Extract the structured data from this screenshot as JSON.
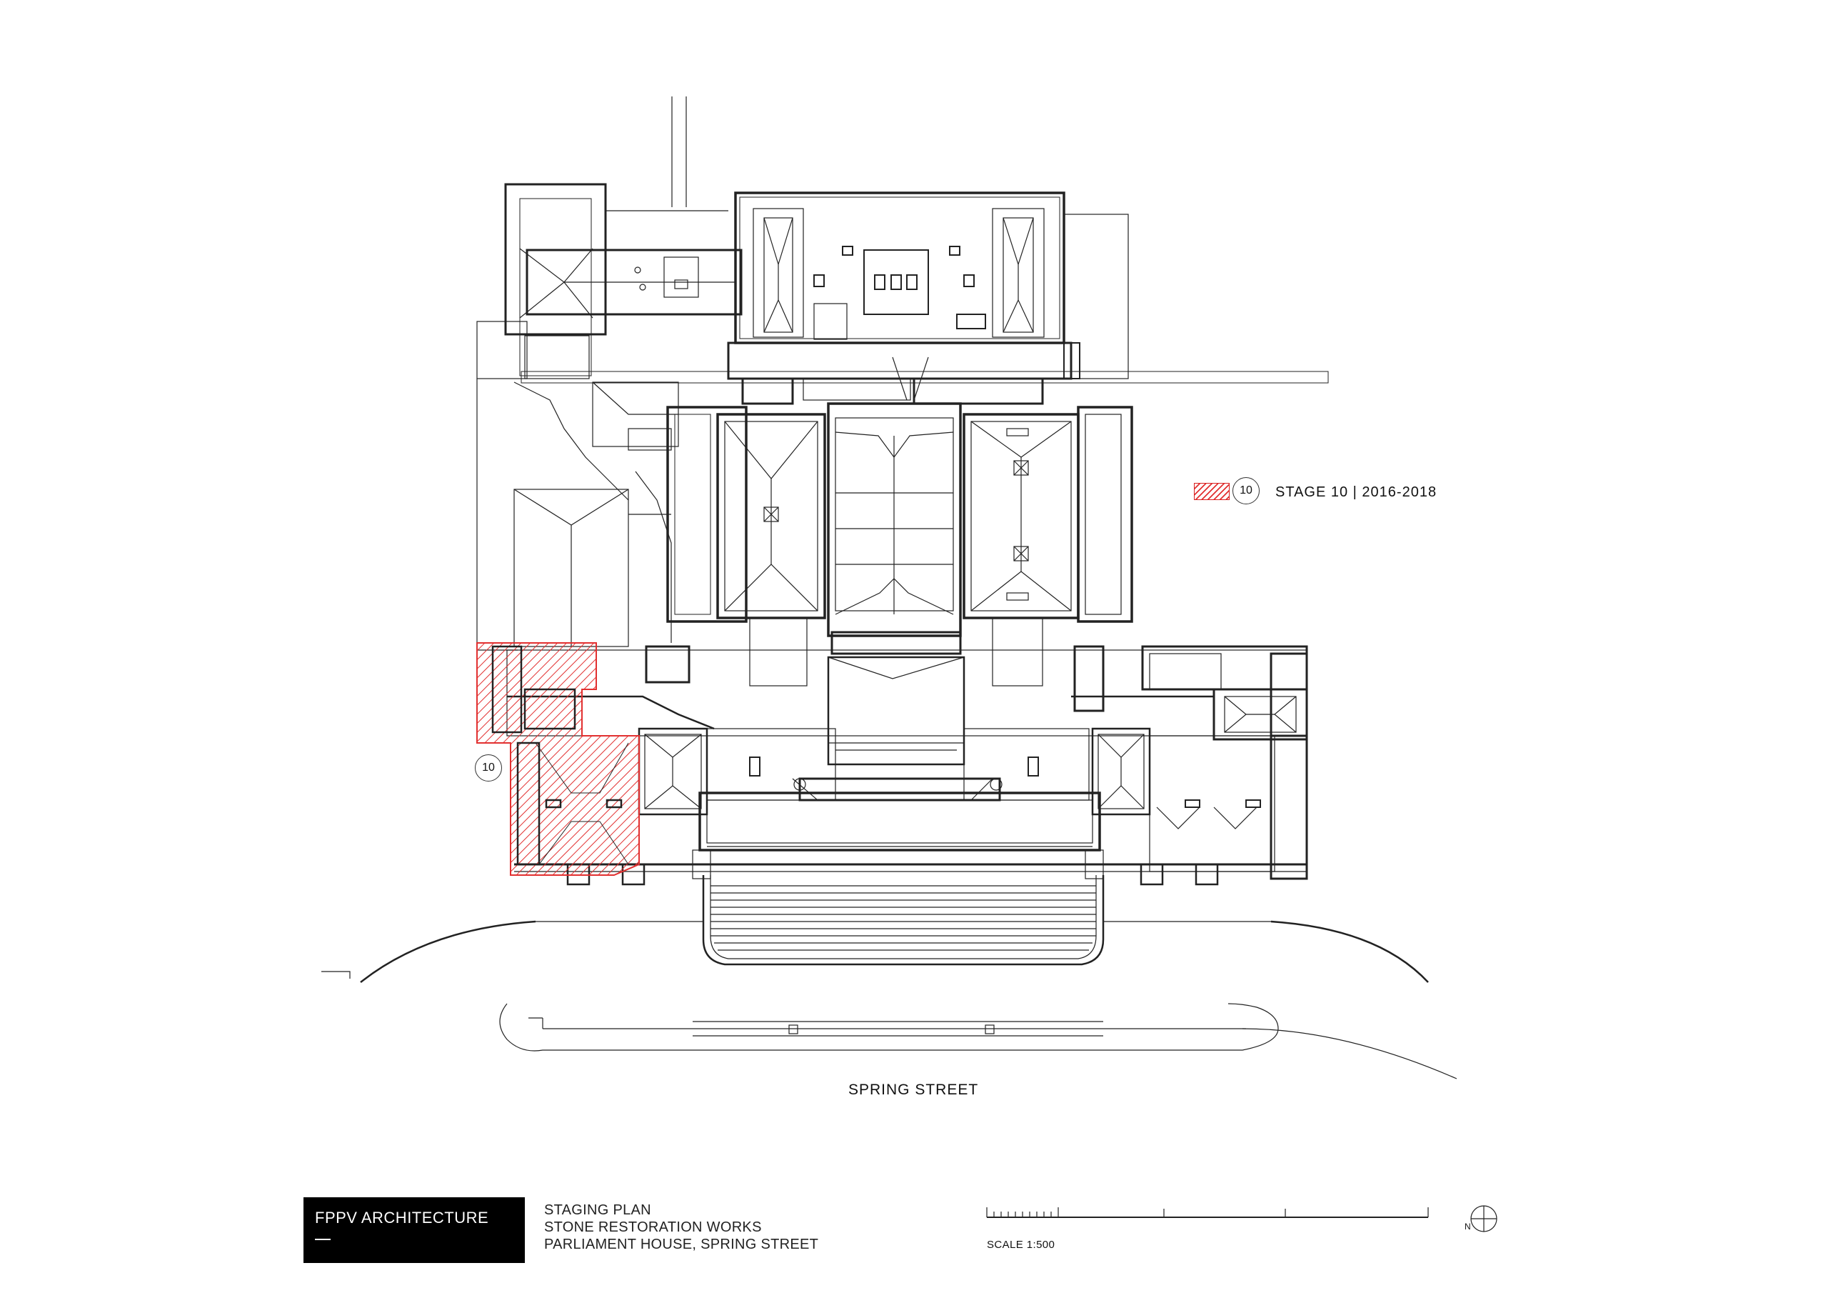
{
  "street_label": "SPRING STREET",
  "legend": {
    "number": "10",
    "text": "STAGE 10  | 2016-2018",
    "hatch_color": "#e23030"
  },
  "stage_marker": "10",
  "firm": "FPPV  ARCHITECTURE",
  "title_lines": [
    "STAGING PLAN",
    "STONE RESTORATION WORKS",
    "PARLIAMENT HOUSE, SPRING STREET"
  ],
  "scale_label": "SCALE 1:500",
  "north_label": "N",
  "icons": [
    "north-arrow-icon",
    "scale-bar-icon",
    "hatch-swatch-icon"
  ]
}
